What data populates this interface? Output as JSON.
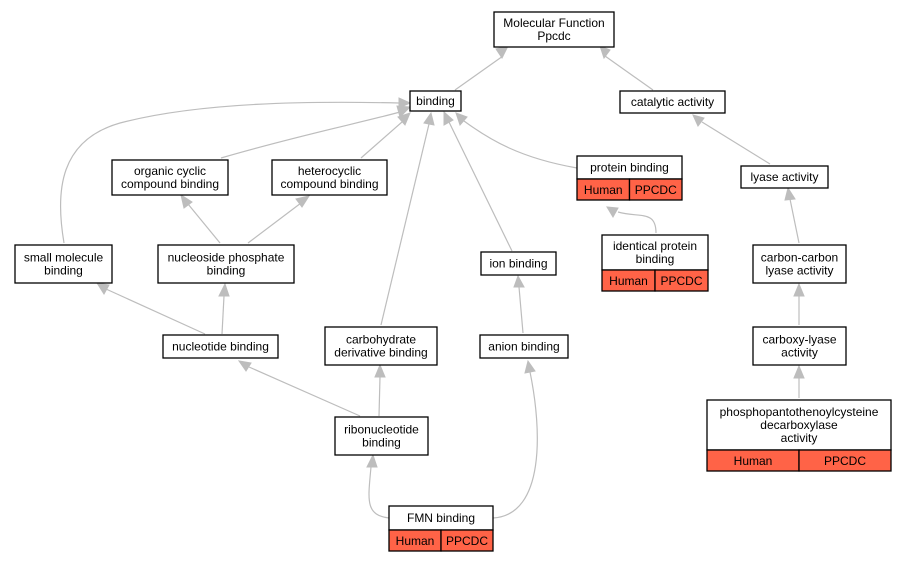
{
  "graph": {
    "nodes": [
      {
        "id": "mf",
        "lines": [
          "Molecular Function",
          "Ppcdc"
        ]
      },
      {
        "id": "binding",
        "lines": [
          "binding"
        ]
      },
      {
        "id": "catalytic",
        "lines": [
          "catalytic activity"
        ]
      },
      {
        "id": "organic",
        "lines": [
          "organic cyclic",
          "compound binding"
        ]
      },
      {
        "id": "hetero",
        "lines": [
          "heterocyclic",
          "compound binding"
        ]
      },
      {
        "id": "protein",
        "lines": [
          "protein binding"
        ],
        "badges": [
          "Human",
          "PPCDC"
        ]
      },
      {
        "id": "lyase",
        "lines": [
          "lyase activity"
        ]
      },
      {
        "id": "small",
        "lines": [
          "small molecule",
          "binding"
        ]
      },
      {
        "id": "nucphos",
        "lines": [
          "nucleoside phosphate",
          "binding"
        ]
      },
      {
        "id": "ion",
        "lines": [
          "ion binding"
        ]
      },
      {
        "id": "identical",
        "lines": [
          "identical protein",
          "binding"
        ],
        "badges": [
          "Human",
          "PPCDC"
        ]
      },
      {
        "id": "ccl",
        "lines": [
          "carbon-carbon",
          "lyase activity"
        ]
      },
      {
        "id": "nucleotide",
        "lines": [
          "nucleotide binding"
        ]
      },
      {
        "id": "carbo",
        "lines": [
          "carbohydrate",
          "derivative binding"
        ]
      },
      {
        "id": "anion",
        "lines": [
          "anion binding"
        ]
      },
      {
        "id": "carboxy",
        "lines": [
          "carboxy-lyase",
          "activity"
        ]
      },
      {
        "id": "ribo",
        "lines": [
          "ribonucleotide",
          "binding"
        ]
      },
      {
        "id": "ppcdc",
        "lines": [
          "phosphopantothenoylcysteine",
          "decarboxylase",
          "activity"
        ],
        "badges": [
          "Human",
          "PPCDC"
        ]
      },
      {
        "id": "fmn",
        "lines": [
          "FMN binding"
        ],
        "badges": [
          "Human",
          "PPCDC"
        ]
      }
    ],
    "edges": [
      {
        "from": "binding",
        "to": "mf"
      },
      {
        "from": "catalytic",
        "to": "mf"
      },
      {
        "from": "organic",
        "to": "binding"
      },
      {
        "from": "hetero",
        "to": "binding"
      },
      {
        "from": "protein",
        "to": "binding"
      },
      {
        "from": "small",
        "to": "binding"
      },
      {
        "from": "ion",
        "to": "binding"
      },
      {
        "from": "carbo",
        "to": "binding"
      },
      {
        "from": "lyase",
        "to": "catalytic"
      },
      {
        "from": "nucphos",
        "to": "organic"
      },
      {
        "from": "nucphos",
        "to": "hetero"
      },
      {
        "from": "identical",
        "to": "protein"
      },
      {
        "from": "ccl",
        "to": "lyase"
      },
      {
        "from": "nucleotide",
        "to": "small"
      },
      {
        "from": "nucleotide",
        "to": "nucphos"
      },
      {
        "from": "anion",
        "to": "ion"
      },
      {
        "from": "carboxy",
        "to": "ccl"
      },
      {
        "from": "ribo",
        "to": "nucleotide"
      },
      {
        "from": "ribo",
        "to": "carbo"
      },
      {
        "from": "ppcdc",
        "to": "carboxy"
      },
      {
        "from": "fmn",
        "to": "ribo"
      },
      {
        "from": "fmn",
        "to": "anion"
      }
    ],
    "colors": {
      "badge_fill": "#ff6347",
      "edge": "#bdbdbd",
      "node_border": "#000000",
      "node_fill": "#ffffff"
    }
  }
}
